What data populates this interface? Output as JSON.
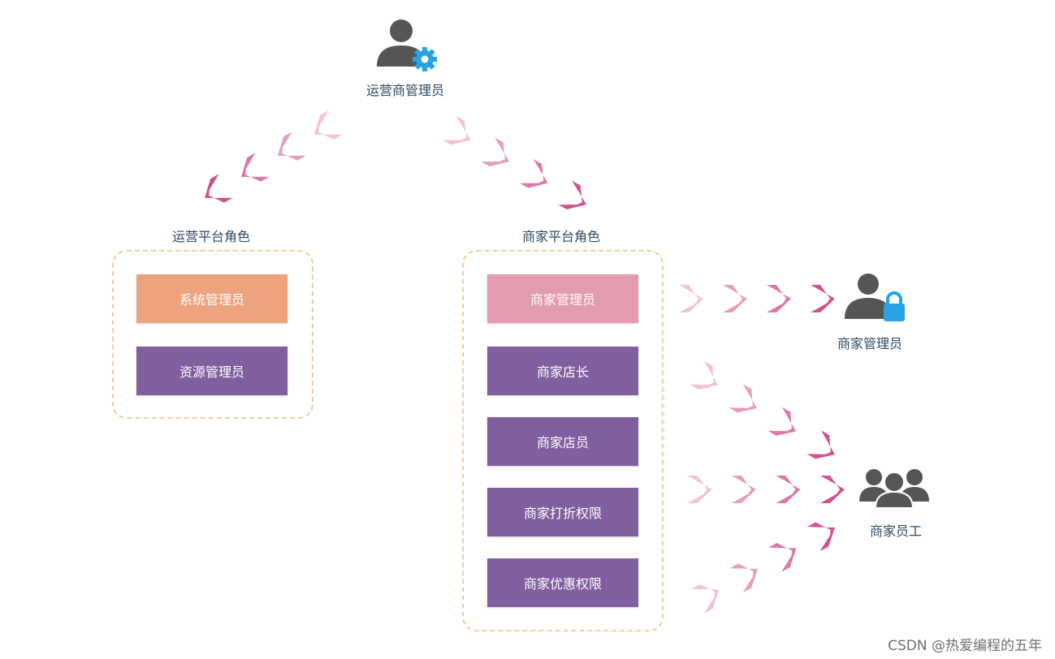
{
  "top": {
    "label": "运营商管理员",
    "icon": "admin-gear-icon"
  },
  "groups": {
    "operator": {
      "title": "运营平台角色",
      "roles": [
        "系统管理员",
        "资源管理员"
      ]
    },
    "merchant": {
      "title": "商家平台角色",
      "roles": [
        "商家管理员",
        "商家店长",
        "商家店员",
        "商家打折权限",
        "商家优惠权限"
      ]
    }
  },
  "targets": {
    "merchant_admin": {
      "label": "商家管理员",
      "icon": "admin-lock-icon"
    },
    "merchant_staff": {
      "label": "商家员工",
      "icon": "user-group-icon"
    }
  },
  "colors": {
    "orange": "#eea37f",
    "pink": "#e29baf",
    "purple": "#7f5f9e",
    "icon_gray": "#555555",
    "icon_blue": "#2aa3e6",
    "border_dash": "#f7c8a0",
    "arrow_dark": "#d2528e",
    "arrow_light": "#f2c3d5"
  },
  "watermark": "CSDN @热爱编程的五年"
}
